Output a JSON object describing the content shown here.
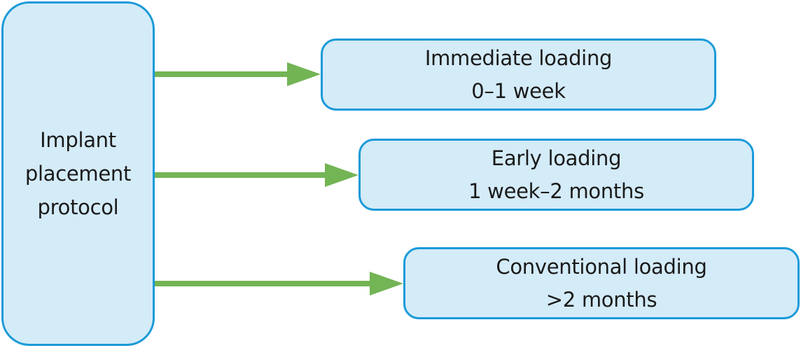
{
  "diagram": {
    "source": {
      "lines": [
        "Implant",
        "placement",
        "protocol"
      ]
    },
    "targets": [
      {
        "name": "Immediate loading",
        "range": "0–1 week"
      },
      {
        "name": "Early loading",
        "range": "1 week–2 months"
      },
      {
        "name": "Conventional loading",
        "range": ">2 months"
      }
    ]
  },
  "colors": {
    "box_fill": "#d4ebf8",
    "box_border": "#1a9ad8",
    "arrow": "#73b455",
    "text": "#1a1a1a"
  }
}
